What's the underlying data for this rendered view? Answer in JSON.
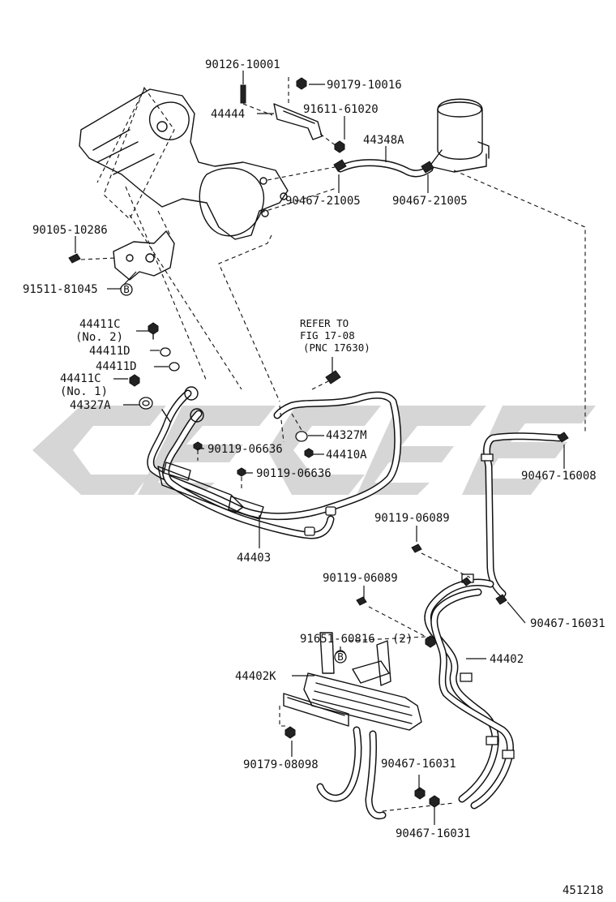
{
  "diagram_id": "451218",
  "refer_note": [
    "REFER TO",
    "FIG 17-08",
    "(PNC 17630)"
  ],
  "labels": {
    "p90126": "90126-10001",
    "p90179a": "90179-10016",
    "p44444": "44444",
    "p91611": "91611-61020",
    "p44348A": "44348A",
    "p90467a": "90467-21005",
    "p90467b": "90467-21005",
    "p90105": "90105-10286",
    "p91511": "91511-81045",
    "p44411C2": "44411C",
    "p44411C2_note": "(No. 2)",
    "p44411D_a": "44411D",
    "p44411D_b": "44411D",
    "p44411C1": "44411C",
    "p44411C1_note": "(No. 1)",
    "p44327A": "44327A",
    "p44327M": "44327M",
    "p44410A": "44410A",
    "p90119a": "90119-06636",
    "p90119b": "90119-06636",
    "p44403": "44403",
    "p90467_16008": "90467-16008",
    "p90119c": "90119-06089",
    "p90119d": "90119-06089",
    "p90467_16031a": "90467-16031",
    "p91651": "91651-60816",
    "p91651_qty": "(2)",
    "p44402": "44402",
    "p44402K": "44402K",
    "p90179b": "90179-08098",
    "p90467_16031b": "90467-16031",
    "p90467_16031c": "90467-16031"
  },
  "markers": {
    "b_marker": "B"
  }
}
